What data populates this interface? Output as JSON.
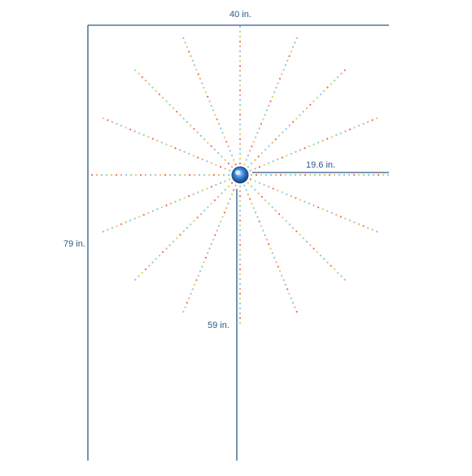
{
  "dimensions": {
    "width": "40 in.",
    "height": "79 in.",
    "radius": "19.6 in.",
    "drop": "59 in."
  },
  "colors": {
    "dimension_line": "#2a5a86",
    "label_text": "#2a5a86",
    "hub_blue": "#3a86d8",
    "bulbs": [
      "#e56a6a",
      "#e6c75a",
      "#8fd4a6",
      "#7fc6e6",
      "#f0a85c"
    ]
  },
  "starburst": {
    "strand_count": 16
  }
}
